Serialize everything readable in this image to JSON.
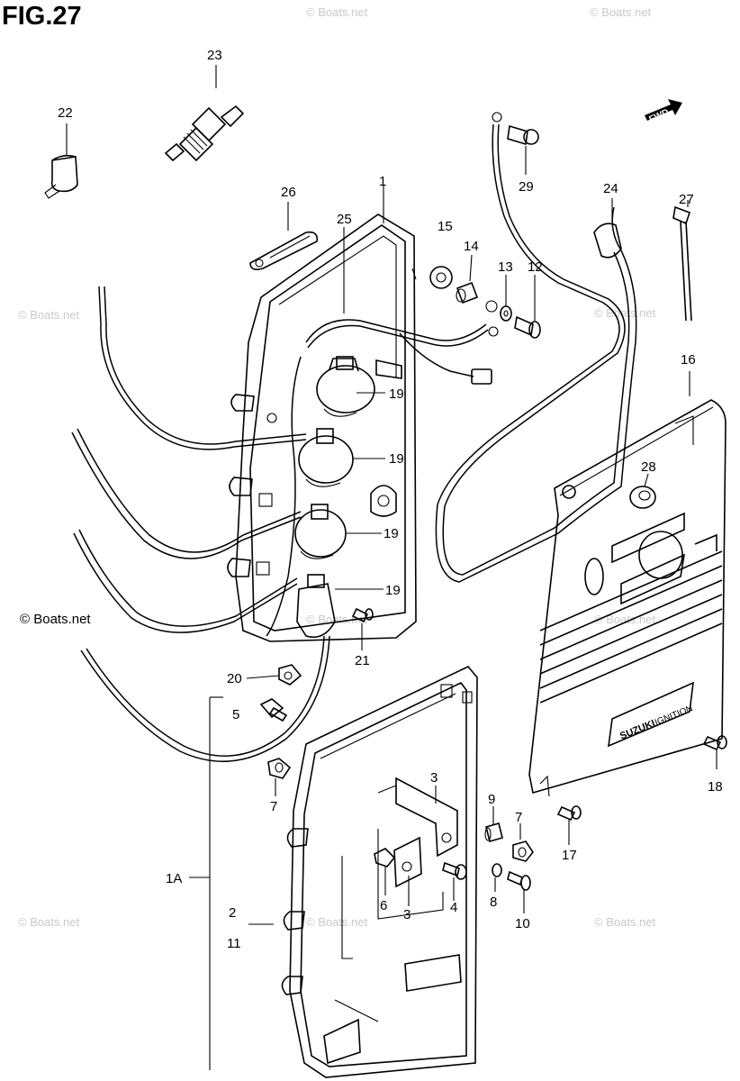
{
  "figure_title": "FIG.27",
  "watermark": "© Boats.net",
  "cover_text": {
    "brand": "SUZUKI",
    "word": "IGNITION"
  },
  "fwd_tag": "FWD",
  "callouts": {
    "c1": "1",
    "c1A": "1A",
    "c2": "2",
    "c3a": "3",
    "c3b": "3",
    "c4": "4",
    "c5": "5",
    "c6": "6",
    "c7a": "7",
    "c7b": "7",
    "c8": "8",
    "c9": "9",
    "c10": "10",
    "c11": "11",
    "c12": "12",
    "c13": "13",
    "c14": "14",
    "c15": "15",
    "c16": "16",
    "c17": "17",
    "c18": "18",
    "c19a": "19",
    "c19b": "19",
    "c19c": "19",
    "c19d": "19",
    "c20": "20",
    "c21": "21",
    "c22": "22",
    "c23": "23",
    "c24": "24",
    "c25": "25",
    "c26": "26",
    "c27": "27",
    "c28": "28",
    "c29": "29"
  }
}
